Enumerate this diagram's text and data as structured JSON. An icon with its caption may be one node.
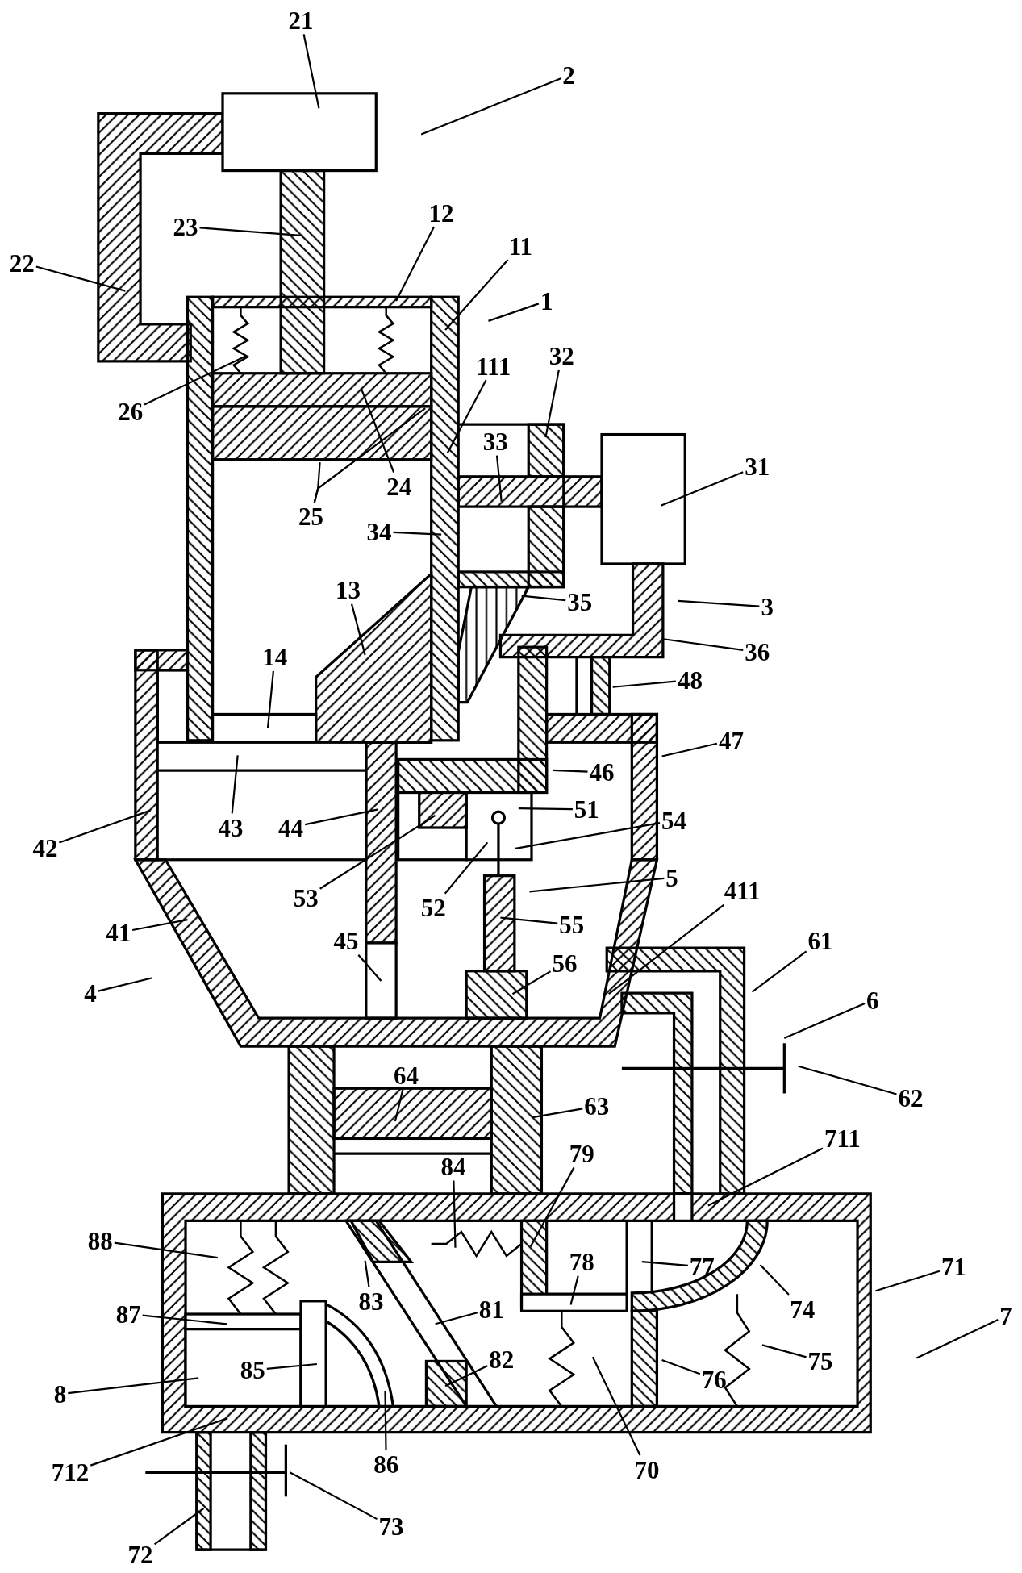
{
  "diagram": {
    "nodes": [
      {
        "text": [
          "21"
        ]
      },
      {
        "text": [
          "2"
        ]
      },
      {
        "text": [
          "22"
        ]
      },
      {
        "text": [
          "23"
        ]
      },
      {
        "text": [
          "12"
        ]
      },
      {
        "text": [
          "11"
        ]
      },
      {
        "text": [
          "1"
        ]
      },
      {
        "text": [
          "26"
        ]
      },
      {
        "text": [
          "111"
        ]
      },
      {
        "text": [
          "32"
        ]
      },
      {
        "text": [
          "33"
        ]
      },
      {
        "text": [
          "24"
        ]
      },
      {
        "text": [
          "31"
        ]
      },
      {
        "text": [
          "25"
        ]
      },
      {
        "text": [
          "34"
        ]
      },
      {
        "text": [
          "13"
        ]
      },
      {
        "text": [
          "35"
        ]
      },
      {
        "text": [
          "3"
        ]
      },
      {
        "text": [
          "36"
        ]
      },
      {
        "text": [
          "14"
        ]
      },
      {
        "text": [
          "48"
        ]
      },
      {
        "text": [
          "47"
        ]
      },
      {
        "text": [
          "46"
        ]
      },
      {
        "text": [
          "51"
        ]
      },
      {
        "text": [
          "54"
        ]
      },
      {
        "text": [
          "43"
        ]
      },
      {
        "text": [
          "44"
        ]
      },
      {
        "text": [
          "42"
        ]
      },
      {
        "text": [
          "53"
        ]
      },
      {
        "text": [
          "52"
        ]
      },
      {
        "text": [
          "5"
        ]
      },
      {
        "text": [
          "411"
        ]
      },
      {
        "text": [
          "55"
        ]
      },
      {
        "text": [
          "41"
        ]
      },
      {
        "text": [
          "45"
        ]
      },
      {
        "text": [
          "56"
        ]
      },
      {
        "text": [
          "61"
        ]
      },
      {
        "text": [
          "4"
        ]
      },
      {
        "text": [
          "6"
        ]
      },
      {
        "text": [
          "64"
        ]
      },
      {
        "text": [
          "62"
        ]
      },
      {
        "text": [
          "63"
        ]
      },
      {
        "text": [
          "711"
        ]
      },
      {
        "text": [
          "84"
        ]
      },
      {
        "text": [
          "79"
        ]
      },
      {
        "text": [
          "88"
        ]
      },
      {
        "text": [
          "78"
        ]
      },
      {
        "text": [
          "77"
        ]
      },
      {
        "text": [
          "71"
        ]
      },
      {
        "text": [
          "83"
        ]
      },
      {
        "text": [
          "81"
        ]
      },
      {
        "text": [
          "74"
        ]
      },
      {
        "text": [
          "87"
        ]
      },
      {
        "text": [
          "75"
        ]
      },
      {
        "text": [
          "7"
        ]
      },
      {
        "text": [
          "85"
        ]
      },
      {
        "text": [
          "82"
        ]
      },
      {
        "text": [
          "8"
        ]
      },
      {
        "text": [
          "76"
        ]
      },
      {
        "text": [
          "712"
        ]
      },
      {
        "text": [
          "86"
        ]
      },
      {
        "text": [
          "70"
        ]
      },
      {
        "text": [
          "73"
        ]
      },
      {
        "text": [
          "72"
        ]
      }
    ],
    "edges": [
      {
        "from": 0,
        "to": null,
        "arrow": "none"
      },
      {
        "from": 1,
        "to": null,
        "arrow": "none"
      },
      {
        "from": 2,
        "to": null,
        "arrow": "none"
      },
      {
        "from": 3,
        "to": null,
        "arrow": "none"
      },
      {
        "from": 4,
        "to": null,
        "arrow": "none"
      },
      {
        "from": 5,
        "to": null,
        "arrow": "none"
      },
      {
        "from": 6,
        "to": null,
        "arrow": "none"
      },
      {
        "from": 7,
        "to": null,
        "arrow": "none"
      },
      {
        "from": 8,
        "to": null,
        "arrow": "none"
      },
      {
        "from": 9,
        "to": null,
        "arrow": "none"
      },
      {
        "from": 10,
        "to": null,
        "arrow": "none"
      },
      {
        "from": 11,
        "to": null,
        "arrow": "none"
      },
      {
        "from": 12,
        "to": null,
        "arrow": "none"
      },
      {
        "from": 13,
        "to": null,
        "arrow": "none"
      },
      {
        "from": 13,
        "to": null,
        "arrow": "none"
      },
      {
        "from": 14,
        "to": null,
        "arrow": "none"
      },
      {
        "from": 15,
        "to": null,
        "arrow": "none"
      },
      {
        "from": 16,
        "to": null,
        "arrow": "none"
      },
      {
        "from": 17,
        "to": null,
        "arrow": "none"
      },
      {
        "from": 18,
        "to": null,
        "arrow": "none"
      },
      {
        "from": 19,
        "to": null,
        "arrow": "none"
      },
      {
        "from": 20,
        "to": null,
        "arrow": "none"
      },
      {
        "from": 21,
        "to": null,
        "arrow": "none"
      },
      {
        "from": 22,
        "to": null,
        "arrow": "none"
      },
      {
        "from": 23,
        "to": null,
        "arrow": "none"
      },
      {
        "from": 24,
        "to": null,
        "arrow": "none"
      },
      {
        "from": 25,
        "to": null,
        "arrow": "none"
      },
      {
        "from": 26,
        "to": null,
        "arrow": "none"
      },
      {
        "from": 27,
        "to": null,
        "arrow": "none"
      },
      {
        "from": 28,
        "to": null,
        "arrow": "none"
      },
      {
        "from": 29,
        "to": null,
        "arrow": "none"
      },
      {
        "from": 30,
        "to": null,
        "arrow": "none"
      },
      {
        "from": 31,
        "to": null,
        "arrow": "none"
      },
      {
        "from": 32,
        "to": null,
        "arrow": "none"
      },
      {
        "from": 33,
        "to": null,
        "arrow": "none"
      },
      {
        "from": 34,
        "to": null,
        "arrow": "none"
      },
      {
        "from": 35,
        "to": null,
        "arrow": "none"
      },
      {
        "from": 36,
        "to": null,
        "arrow": "none"
      },
      {
        "from": 37,
        "to": null,
        "arrow": "none"
      },
      {
        "from": 38,
        "to": null,
        "arrow": "none"
      },
      {
        "from": 39,
        "to": null,
        "arrow": "none"
      },
      {
        "from": 40,
        "to": null,
        "arrow": "none"
      },
      {
        "from": 41,
        "to": null,
        "arrow": "none"
      },
      {
        "from": 42,
        "to": null,
        "arrow": "none"
      },
      {
        "from": 43,
        "to": null,
        "arrow": "none"
      },
      {
        "from": 44,
        "to": null,
        "arrow": "none"
      },
      {
        "from": 45,
        "to": null,
        "arrow": "none"
      },
      {
        "from": 46,
        "to": null,
        "arrow": "none"
      },
      {
        "from": 47,
        "to": null,
        "arrow": "none"
      },
      {
        "from": 48,
        "to": null,
        "arrow": "none"
      },
      {
        "from": 49,
        "to": null,
        "arrow": "none"
      },
      {
        "from": 50,
        "to": null,
        "arrow": "none"
      },
      {
        "from": 51,
        "to": null,
        "arrow": "none"
      },
      {
        "from": 52,
        "to": null,
        "arrow": "none"
      },
      {
        "from": 53,
        "to": null,
        "arrow": "none"
      },
      {
        "from": 54,
        "to": null,
        "arrow": "none"
      },
      {
        "from": 55,
        "to": null,
        "arrow": "none"
      },
      {
        "from": 56,
        "to": null,
        "arrow": "none"
      },
      {
        "from": 57,
        "to": null,
        "arrow": "none"
      },
      {
        "from": 58,
        "to": null,
        "arrow": "none"
      },
      {
        "from": 59,
        "to": null,
        "arrow": "none"
      },
      {
        "from": 60,
        "to": null,
        "arrow": "none"
      },
      {
        "from": 61,
        "to": null,
        "arrow": "none"
      },
      {
        "from": 62,
        "to": null,
        "arrow": "none"
      },
      {
        "from": 63,
        "to": null,
        "arrow": "none"
      }
    ]
  }
}
